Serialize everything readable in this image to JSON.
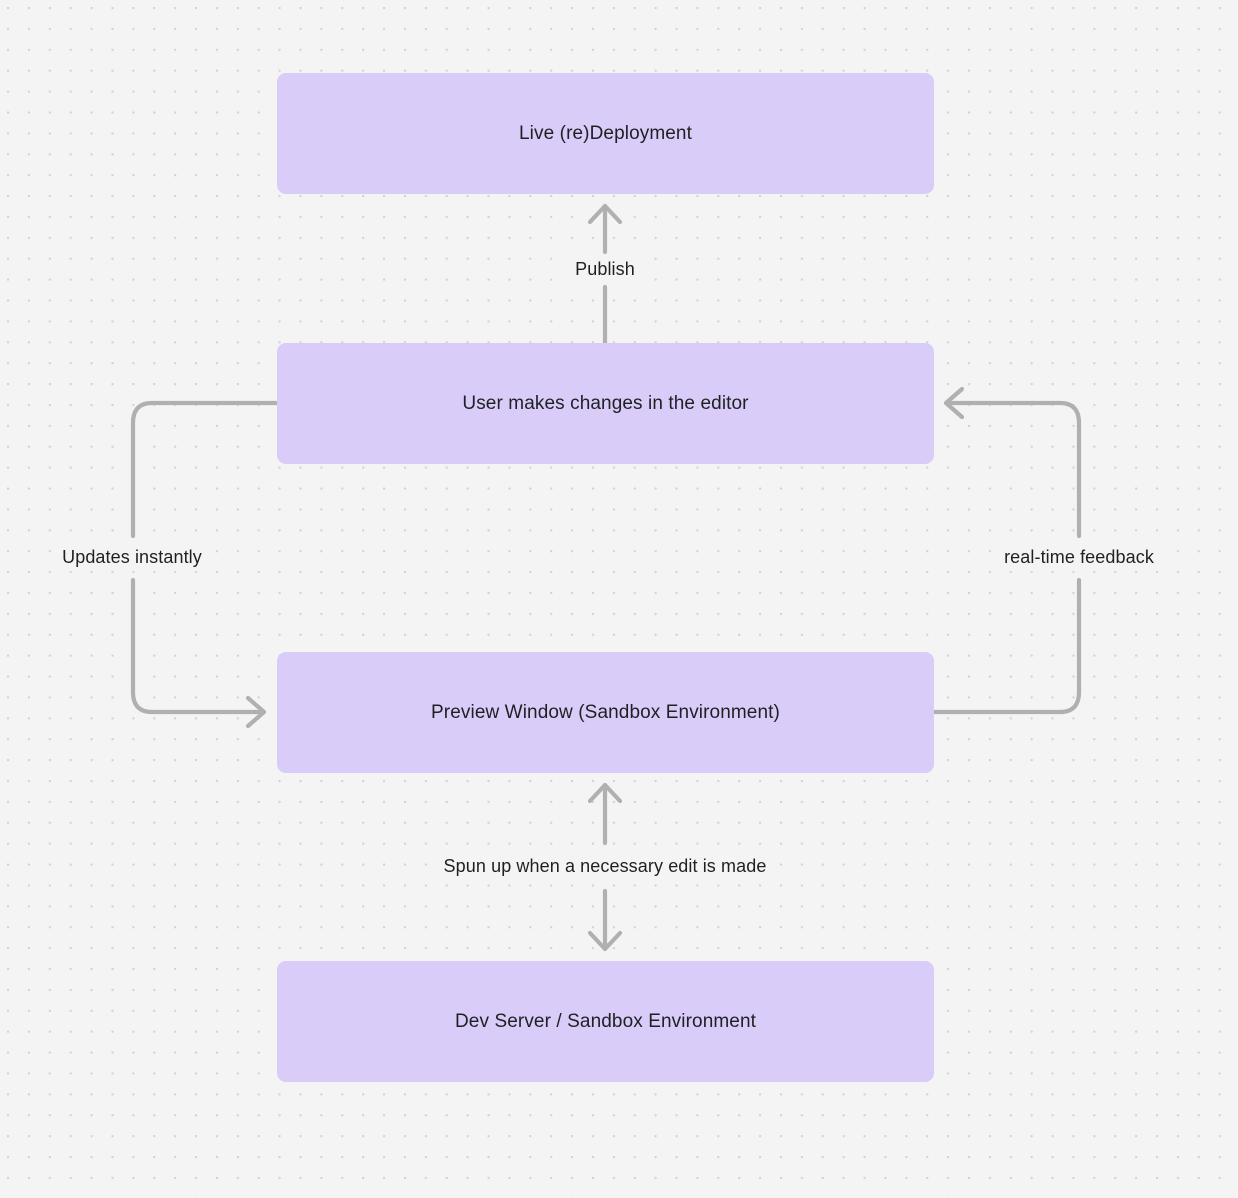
{
  "diagram": {
    "type": "flowchart",
    "title": "",
    "background_color": "#f4f4f4",
    "grid": "dot-grid",
    "node_fill": "#d9ccf8",
    "edge_color": "#b0b0b0",
    "text_color": "#1f2023",
    "nodes": [
      {
        "id": "live",
        "label": "Live (re)Deployment"
      },
      {
        "id": "editor",
        "label": "User makes changes in the editor"
      },
      {
        "id": "preview",
        "label": "Preview Window (Sandbox Environment)"
      },
      {
        "id": "devserver",
        "label": "Dev Server / Sandbox Environment"
      }
    ],
    "edges": [
      {
        "id": "publish",
        "from": "editor",
        "to": "live",
        "label": "Publish",
        "direction": "up"
      },
      {
        "id": "updates",
        "from": "editor",
        "to": "preview",
        "label": "Updates instantly",
        "direction": "down-left-loop"
      },
      {
        "id": "realtime",
        "from": "preview",
        "to": "editor",
        "label": "real-time feedback",
        "direction": "up-right-loop"
      },
      {
        "id": "spun",
        "from": "preview",
        "to": "devserver",
        "label": "Spun up when a necessary edit is made",
        "direction": "bidirectional"
      }
    ]
  }
}
